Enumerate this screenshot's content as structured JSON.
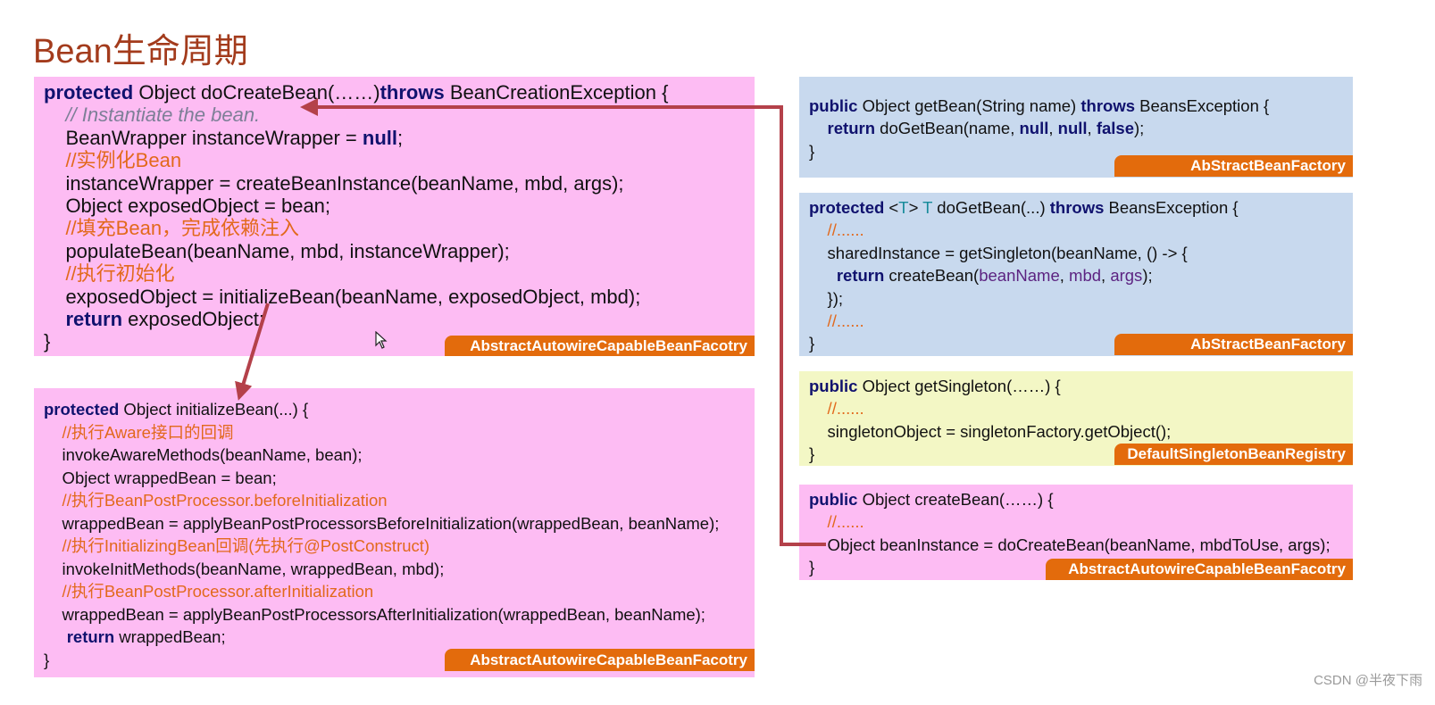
{
  "title": "Bean生命周期",
  "panels": {
    "doCreateBean": {
      "lines": [
        {
          "kw": "protected",
          "text": " Object doCreateBean(……)",
          "kw2": "throws",
          "text2": " BeanCreationException {"
        },
        {
          "comment_en": "    // Instantiate the bean."
        },
        {
          "text": "    BeanWrapper instanceWrapper = ",
          "kw": "null",
          "text2": ";"
        },
        {
          "comment": "    //实例化Bean"
        },
        {
          "text": "    instanceWrapper = createBeanInstance(beanName, mbd, args);"
        },
        {
          "text": "    Object exposedObject = bean;"
        },
        {
          "comment": "    //填充Bean，完成依赖注入"
        },
        {
          "text": "    populateBean(beanName, mbd, instanceWrapper);"
        },
        {
          "comment": "    //执行初始化"
        },
        {
          "text": "    exposedObject = initializeBean(beanName, exposedObject, mbd);"
        },
        {
          "kw": "    return",
          "text": " exposedObject;"
        },
        {
          "text": "}"
        }
      ],
      "tag": "AbstractAutowireCapableBeanFacotry"
    },
    "initializeBean": {
      "lines": [
        {
          "kw": "protected",
          "text": " Object initializeBean(...) {"
        },
        {
          "comment": "    //执行Aware接口的回调"
        },
        {
          "text": "    invokeAwareMethods(beanName, bean);"
        },
        {
          "text": "    Object wrappedBean = bean;"
        },
        {
          "comment": "    //执行BeanPostProcessor.beforeInitialization"
        },
        {
          "text": "    wrappedBean = applyBeanPostProcessorsBeforeInitialization(wrappedBean, beanName);"
        },
        {
          "comment": "    //执行InitializingBean回调(先执行@PostConstruct)"
        },
        {
          "text": "    invokeInitMethods(beanName, wrappedBean, mbd);"
        },
        {
          "comment": "    //执行BeanPostProcessor.afterInitialization"
        },
        {
          "text": "    wrappedBean = applyBeanPostProcessorsAfterInitialization(wrappedBean, beanName);"
        },
        {
          "kw": "     return",
          "text": " wrappedBean;"
        },
        {
          "text": "}"
        }
      ],
      "tag": "AbstractAutowireCapableBeanFacotry"
    },
    "getBean": {
      "lines": [
        {
          "kw": "public",
          "text": " Object getBean(String name) ",
          "kw2": "throws",
          "text2": " BeansException {"
        },
        {
          "kw": "    return",
          "text": " doGetBean(name, ",
          "kw2": "null",
          "text2": ", ",
          "kw3": "null",
          "text3": ", ",
          "kw4": "false",
          "text4": ");"
        },
        {
          "text": "}"
        }
      ],
      "tag": "AbStractBeanFactory"
    },
    "doGetBean": {
      "lines": [
        {
          "kw": "protected",
          "text": " <",
          "tp": "T",
          "text2": "> ",
          "tp2": "T",
          "text3": " doGetBean(...) ",
          "kw2": "throws",
          "text4": " BeansException {"
        },
        {
          "comment": "    //......"
        },
        {
          "text": "    sharedInstance = getSingleton(beanName, () -> {"
        },
        {
          "kw": "      return",
          "text": " createBean(",
          "pv": "beanName",
          "text2": ", ",
          "pv2": "mbd",
          "text3": ", ",
          "pv3": "args",
          "text4": ");"
        },
        {
          "text": "    });"
        },
        {
          "comment": "    //......"
        },
        {
          "text": "}"
        }
      ],
      "tag": "AbStractBeanFactory"
    },
    "getSingleton": {
      "lines": [
        {
          "kw": "public",
          "text": " Object getSingleton(……) {"
        },
        {
          "comment": "    //......"
        },
        {
          "text": "    singletonObject = singletonFactory.getObject();"
        },
        {
          "text": "}"
        }
      ],
      "tag": "DefaultSingletonBeanRegistry"
    },
    "createBean": {
      "lines": [
        {
          "kw": "public",
          "text": " Object createBean(……) {"
        },
        {
          "comment": "    //......"
        },
        {
          "text": "    Object beanInstance = doCreateBean(beanName, mbdToUse, args);"
        },
        {
          "text": "}"
        }
      ],
      "tag": "AbstractAutowireCapableBeanFacotry"
    }
  },
  "colors": {
    "title": "#a33b1c",
    "pink": "#fdbcf3",
    "blue": "#c8d9ee",
    "yellow": "#f3f7c5",
    "tag": "#e36b0c",
    "arrow": "#b4414a"
  },
  "watermark": "CSDN @半夜下雨"
}
